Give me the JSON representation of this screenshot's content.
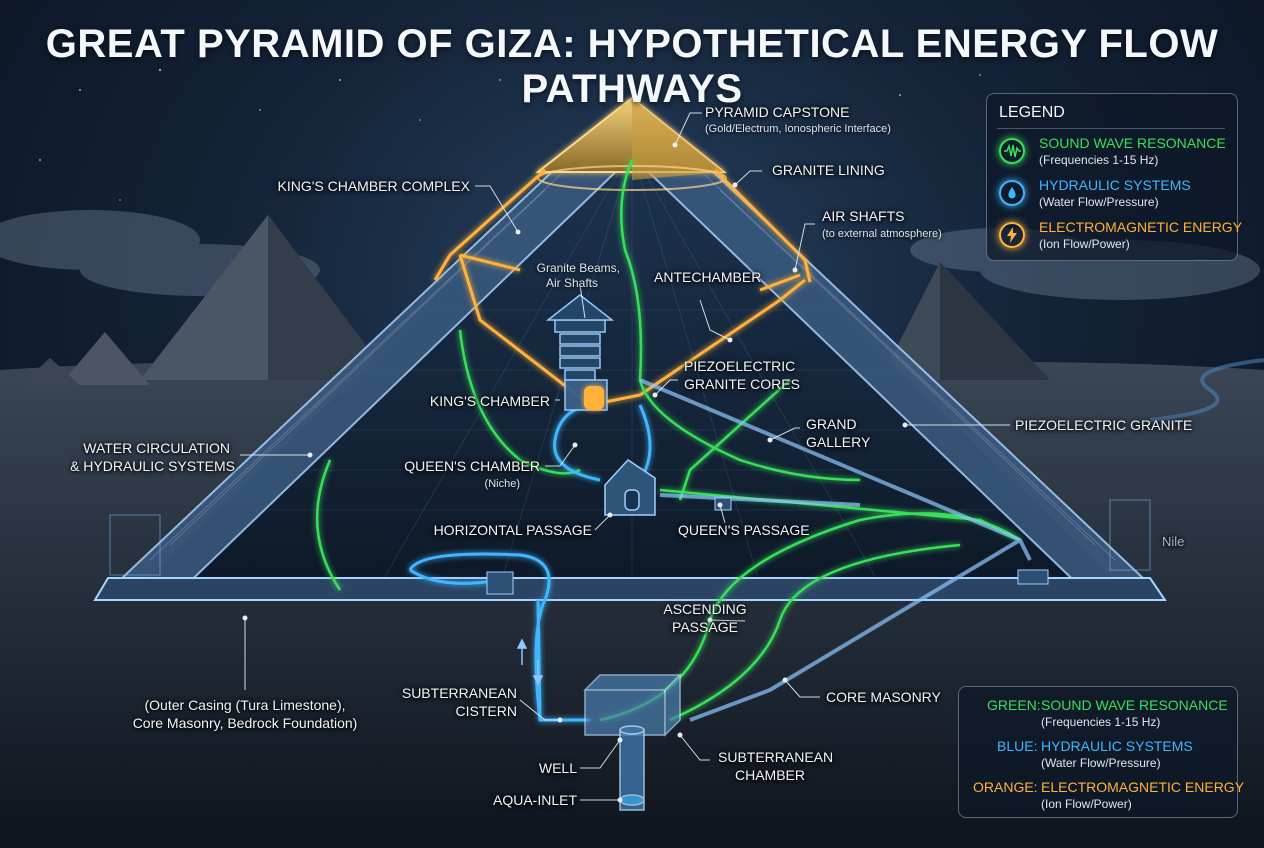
{
  "title": "GREAT PYRAMID OF GIZA: HYPOTHETICAL ENERGY FLOW PATHWAYS",
  "colors": {
    "green": "#37e05a",
    "blue": "#3fb6ff",
    "orange": "#ffb23a",
    "glass": "#8fc7ff"
  },
  "labels": {
    "capstone": "PYRAMID CAPSTONE",
    "capstone_sub": "(Gold/Electrum, Ionospheric Interface)",
    "granite_lining": "GRANITE LINING",
    "kings_complex": "KING'S CHAMBER COMPLEX",
    "air_shafts": "AIR SHAFTS",
    "air_shafts_sub": "(to external atmosphere)",
    "granite_beams_1": "Granite Beams,",
    "granite_beams_2": "Air Shafts",
    "antechamber": "ANTECHAMBER",
    "piezo_cores_1": "PIEZOELECTRIC",
    "piezo_cores_2": "GRANITE CORES",
    "kings_chamber": "KING'S CHAMBER",
    "grand_gallery_1": "GRAND",
    "grand_gallery_2": "GALLERY",
    "piezo_granite": "PIEZOELECTRIC GRANITE",
    "water_1": "WATER CIRCULATION",
    "water_2": "& HYDRAULIC SYSTEMS",
    "queens_chamber": "QUEEN'S CHAMBER",
    "queens_sub": "(Niche)",
    "horizontal_passage": "HORIZONTAL PASSAGE",
    "queens_passage": "QUEEN'S PASSAGE",
    "nile": "Nile",
    "ascending_1": "ASCENDING",
    "ascending_2": "PASSAGE",
    "subterranean_cistern_1": "SUBTERRANEAN",
    "subterranean_cistern_2": "CISTERN",
    "core_masonry": "CORE MASONRY",
    "outer_1": "(Outer Casing (Tura Limestone),",
    "outer_2": "Core Masonry, Bedrock Foundation)",
    "well": "WELL",
    "sub_chamber_1": "SUBTERRANEAN",
    "sub_chamber_2": "CHAMBER",
    "aqua_inlet": "AQUA-INLET"
  },
  "legend": {
    "title": "LEGEND",
    "items": [
      {
        "label": "SOUND WAVE RESONANCE",
        "sub": "(Frequencies 1-15 Hz)",
        "icon": "sound-wave-icon"
      },
      {
        "label": "HYDRAULIC SYSTEMS",
        "sub": "(Water Flow/Pressure)",
        "icon": "water-drop-icon"
      },
      {
        "label": "ELECTROMAGNETIC ENERGY",
        "sub": "(Ion Flow/Power)",
        "icon": "lightning-icon"
      }
    ]
  },
  "key": {
    "items": [
      {
        "color": "GREEN:",
        "label": "SOUND WAVE RESONANCE",
        "sub": "(Frequencies 1-15 Hz)"
      },
      {
        "color": "BLUE:",
        "label": "HYDRAULIC SYSTEMS",
        "sub": "(Water Flow/Pressure)"
      },
      {
        "color": "ORANGE:",
        "label": "ELECTROMAGNETIC ENERGY",
        "sub": "(Ion Flow/Power)"
      }
    ]
  }
}
